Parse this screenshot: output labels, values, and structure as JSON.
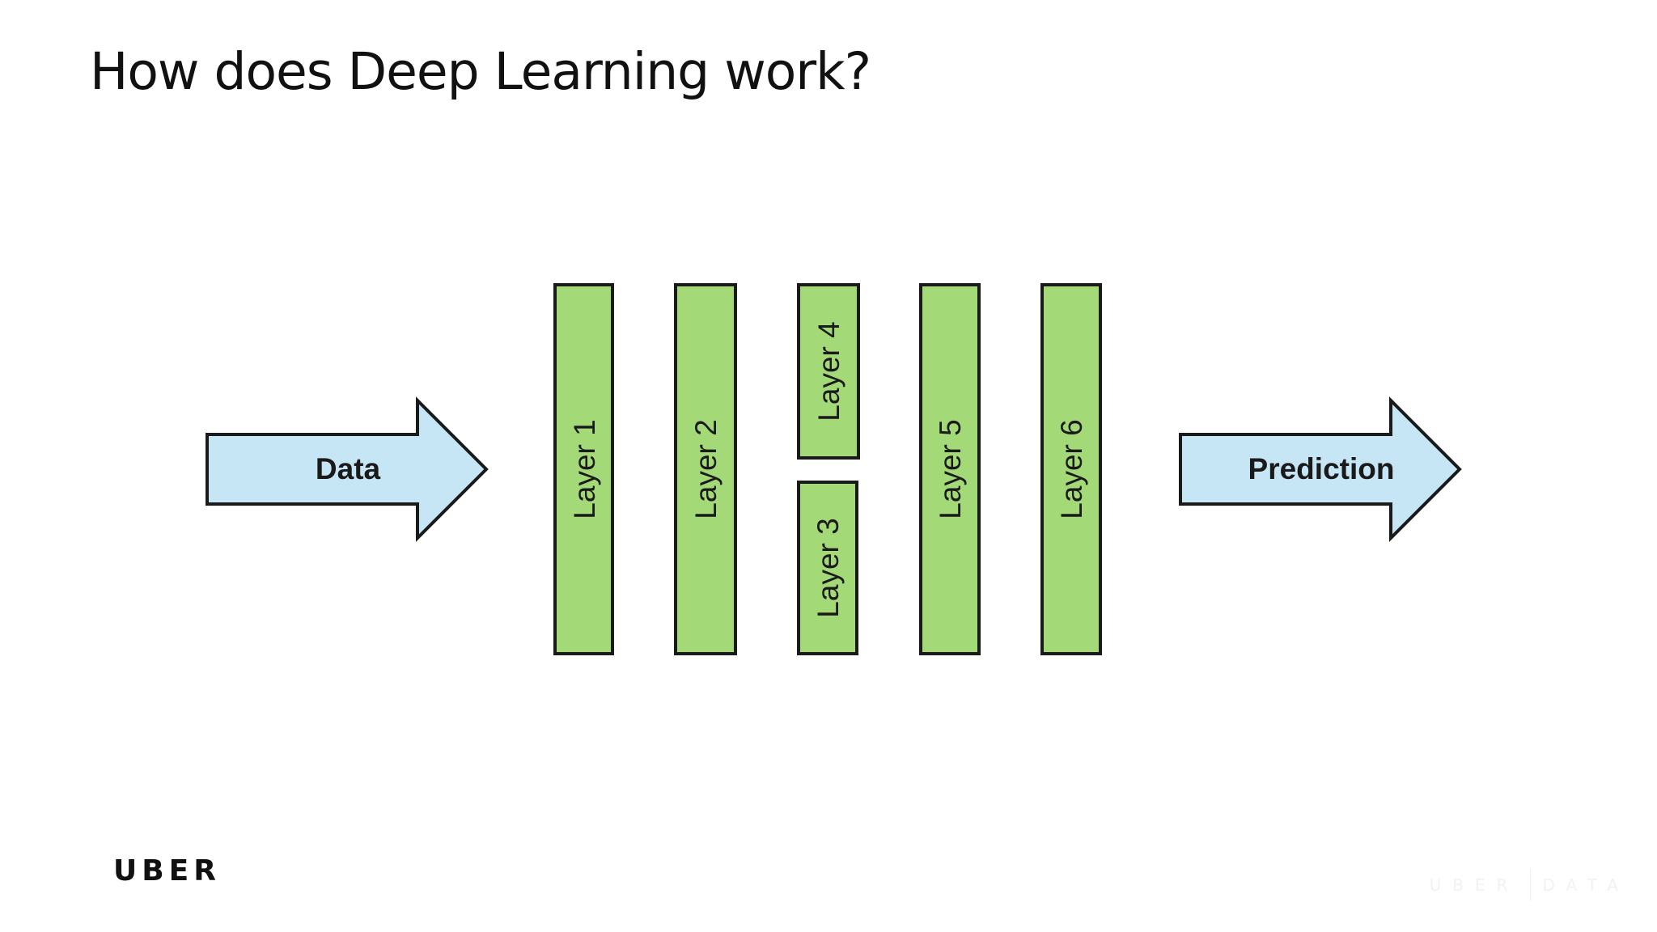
{
  "title": "How does Deep Learning work?",
  "diagram": {
    "input_label": "Data",
    "output_label": "Prediction",
    "layers": [
      {
        "label": "Layer 1"
      },
      {
        "label": "Layer 2"
      },
      {
        "label": "Layer 4"
      },
      {
        "label": "Layer 3"
      },
      {
        "label": "Layer 5"
      },
      {
        "label": "Layer 6"
      }
    ],
    "colors": {
      "arrow_fill": "#c7e6f5",
      "layer_fill": "#a3d977",
      "stroke": "#1a1a1a"
    }
  },
  "brand": {
    "logo": "UBER",
    "watermark_left": "UBER",
    "watermark_right": "DATA"
  }
}
